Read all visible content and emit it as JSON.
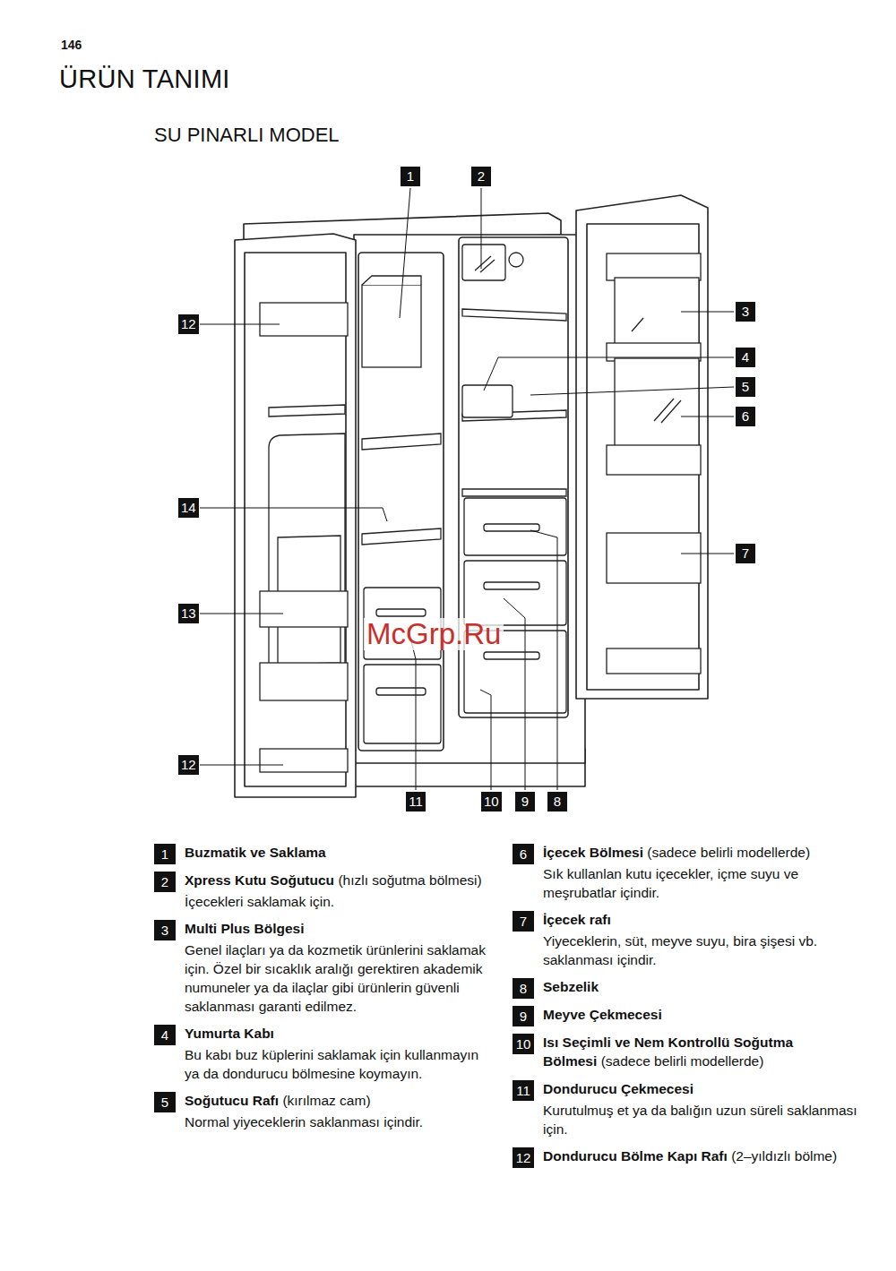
{
  "diagram": {
    "title": "ÜRÜN TANIMI",
    "nodes": [
      {
        "text": [
          "1"
        ]
      },
      {
        "text": [
          "2"
        ]
      },
      {
        "text": [
          "12"
        ]
      },
      {
        "text": [
          "3"
        ]
      },
      {
        "text": [
          "4"
        ]
      },
      {
        "text": [
          "5"
        ]
      },
      {
        "text": [
          "6"
        ]
      },
      {
        "text": [
          "14"
        ]
      },
      {
        "text": [
          "7"
        ]
      },
      {
        "text": [
          "13"
        ]
      },
      {
        "text": [
          "12"
        ]
      },
      {
        "text": [
          "11"
        ]
      },
      {
        "text": [
          "10"
        ]
      },
      {
        "text": [
          "9"
        ]
      },
      {
        "text": [
          "8"
        ]
      },
      {
        "text": [
          "1",
          "Buzmatik ve Saklama"
        ]
      },
      {
        "text": [
          "2",
          "Xpress Kutu Soğutucu",
          "(hızlı soğutma bölmesi)",
          "İçecekleri saklamak için."
        ]
      },
      {
        "text": [
          "3",
          "Multi Plus Bölgesi",
          "Genel ilaçları ya da kozmetik ürünlerini saklamak için. Özel bir sıcaklık aralığı gerektiren akademik numuneler ya da ilaçlar gibi ürünlerin güvenli saklanması garanti edilmez."
        ]
      },
      {
        "text": [
          "4",
          "Yumurta Kabı",
          "Bu kabı buz küplerini saklamak için kullanmayın ya da dondurucu bölmesine koymayın."
        ]
      },
      {
        "text": [
          "5",
          "Soğutucu Rafı",
          "(kırılmaz cam)",
          "Normal yiyeceklerin saklanması içindir."
        ]
      },
      {
        "text": [
          "6",
          "İçecek Bölmesi",
          "(sadece belirli modellerde)",
          "Sık kullanlan kutu içecekler, içme suyu ve meşrubatlar içindir."
        ]
      },
      {
        "text": [
          "7",
          "İçecek rafı",
          "Yiyeceklerin, süt, meyve suyu, bira şişesi vb. saklanması içindir."
        ]
      },
      {
        "text": [
          "8",
          "Sebzelik"
        ]
      },
      {
        "text": [
          "9",
          "Meyve Çekmecesi"
        ]
      },
      {
        "text": [
          "10",
          "Isı Seçimli ve Nem Kontrollü Soğutma Bölmesi",
          "(sadece belirli modellerde)"
        ]
      },
      {
        "text": [
          "11",
          "Dondurucu Çekmecesi",
          "Kurutulmuş et ya da balığın uzun süreli saklanması için."
        ]
      },
      {
        "text": [
          "12",
          "Dondurucu Bölme Kapı Rafı",
          "(2–yıldızlı bölme)"
        ]
      }
    ],
    "labels": [
      "146",
      "SU PINARLI MODEL",
      "McGrp.Ru"
    ]
  }
}
